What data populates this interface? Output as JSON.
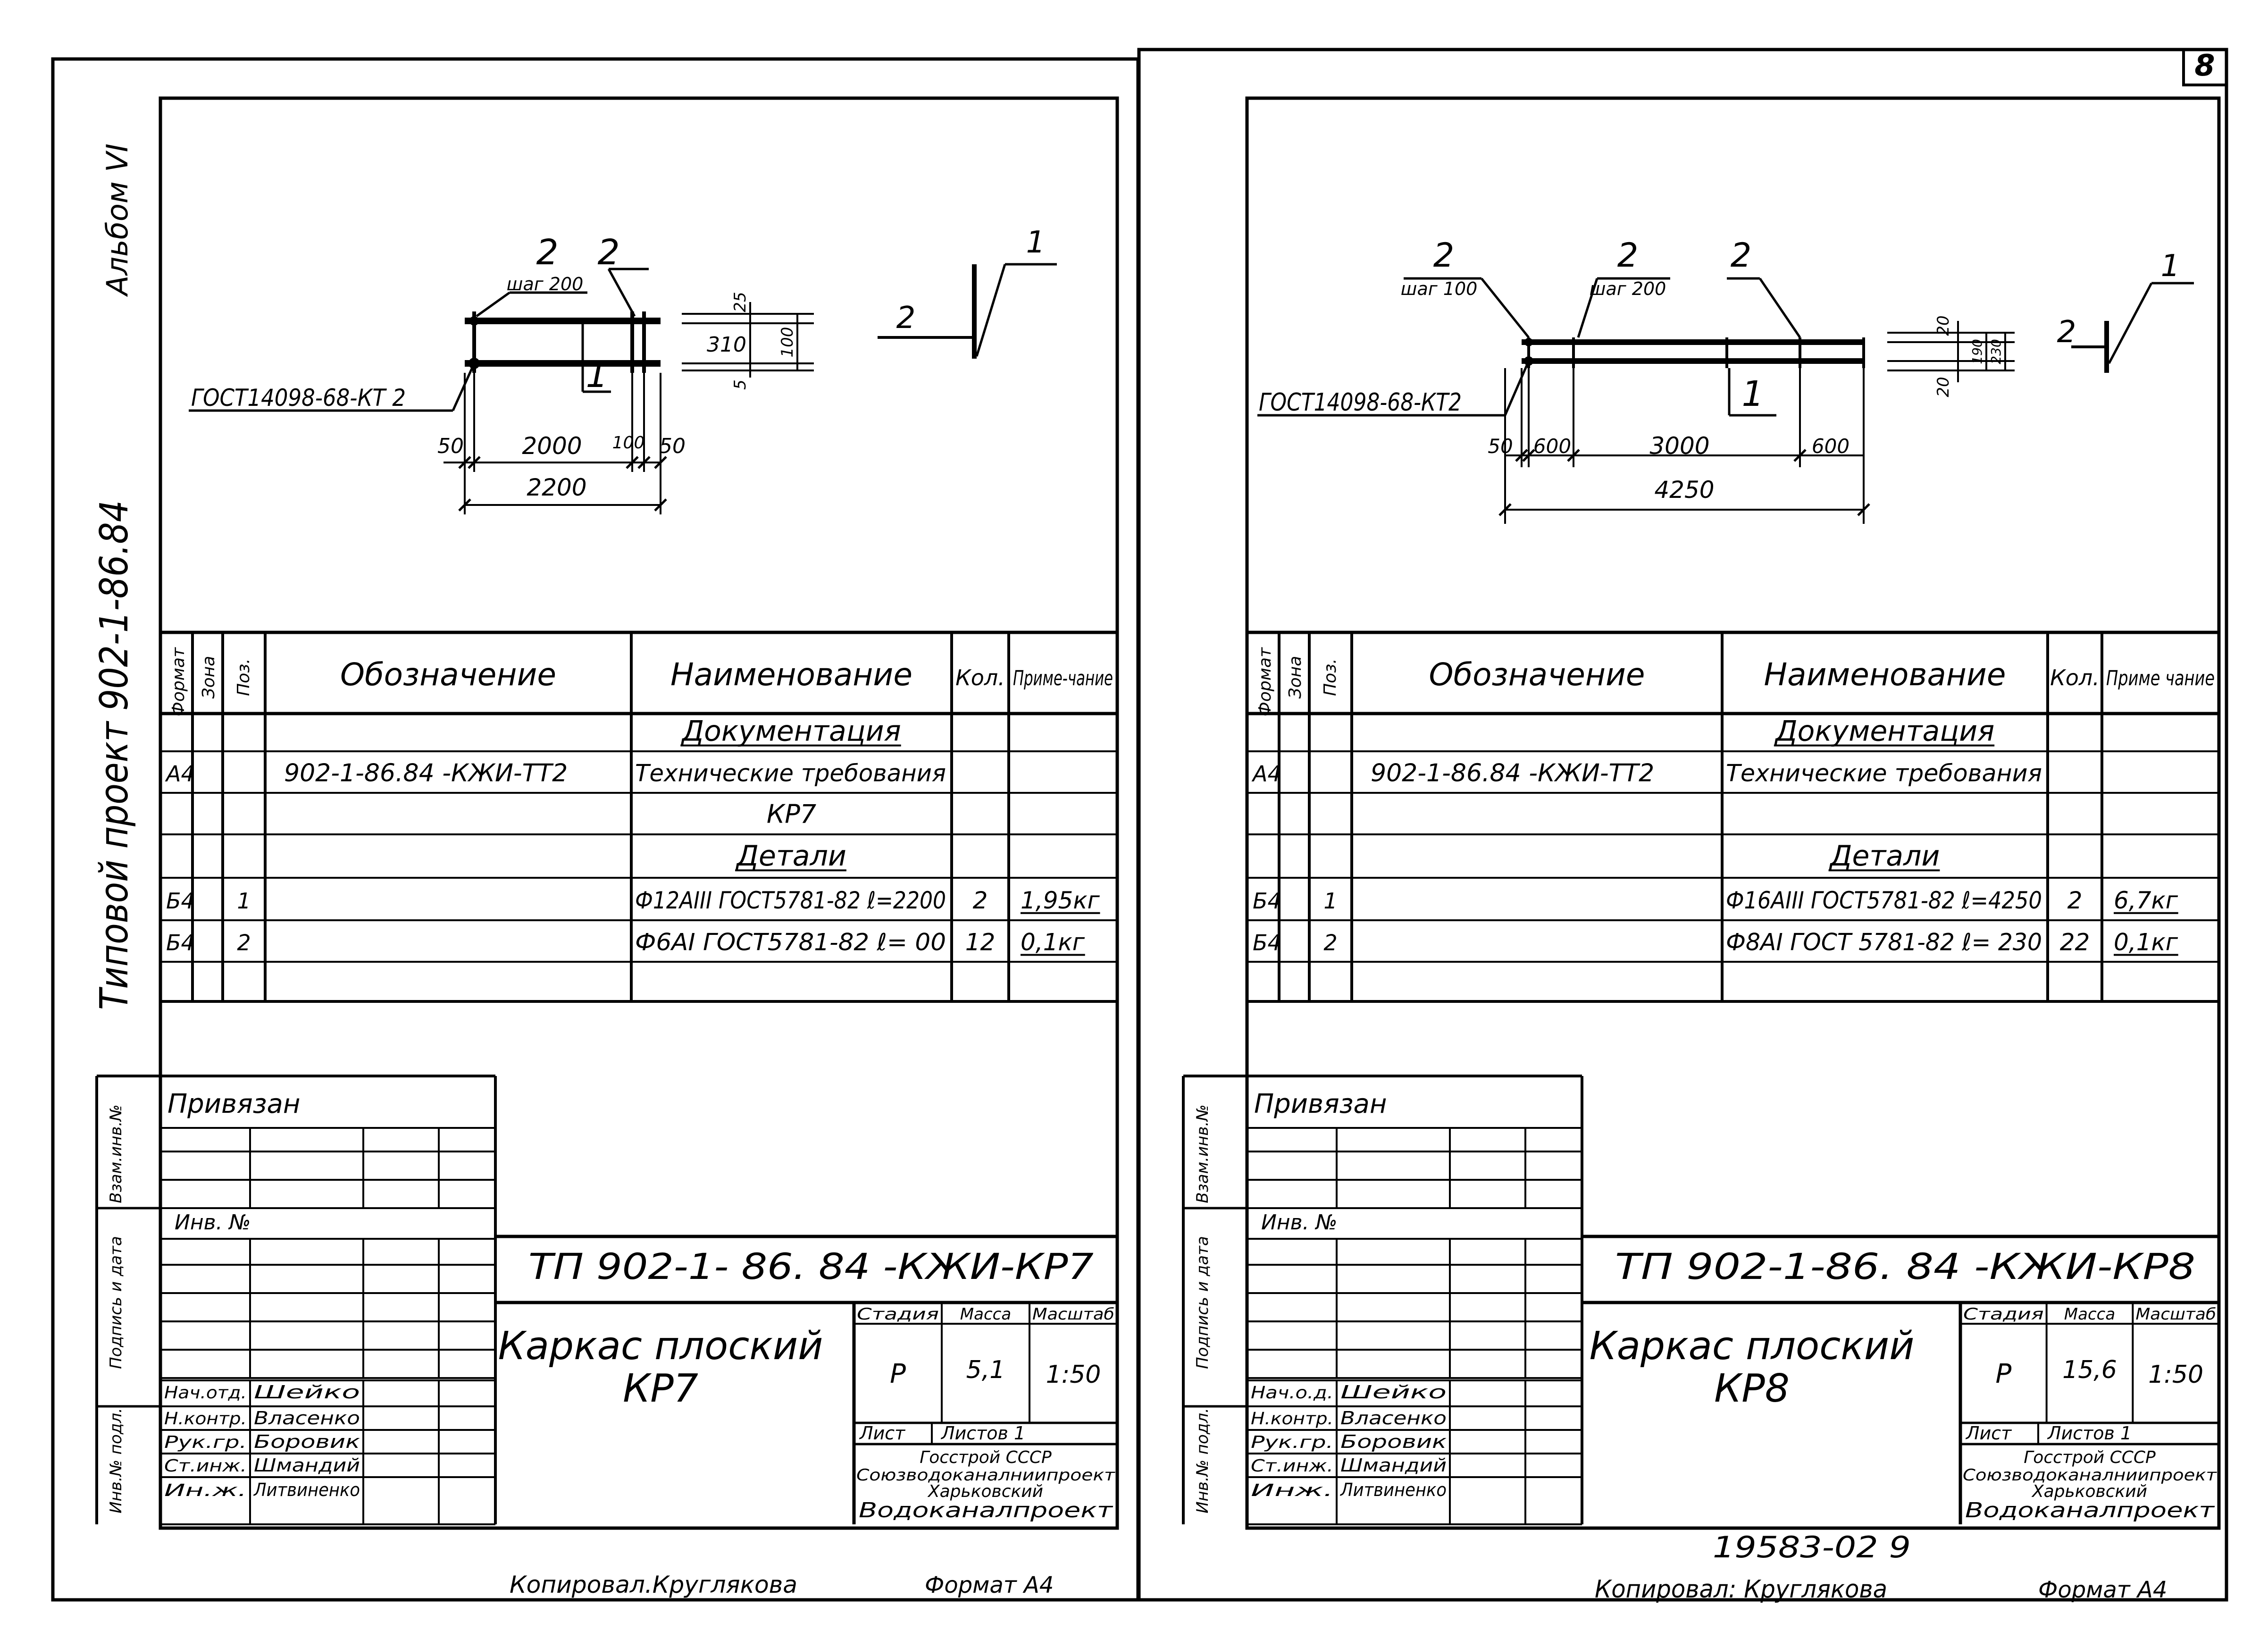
{
  "corner_mark": "8",
  "side_labels": {
    "album": "Альбом VI",
    "project": "Типовой проект 902-1-86.84"
  },
  "footer": {
    "left_copied": "Копировал.Круглякова",
    "left_format": "Формат А4",
    "right_copied": "Копировал: Круглякова",
    "right_format": "Формат А4",
    "number": "19583-02  9"
  },
  "table_headers": {
    "format": "Формат",
    "zone": "Зона",
    "pos": "Поз.",
    "designation": "Обозначение",
    "name": "Наименование",
    "qty": "Кол.",
    "note_left": "Приме-чание",
    "note_right": "Приме чание"
  },
  "stamp_labels": {
    "privyazan": "Привязан",
    "inv_no_left": "Инв. №",
    "inv_no_right": "Инв. №",
    "vzam": "Взам.инв.№",
    "podpis": "Подпись и дата",
    "inv_podl": "Инв.№ подл.",
    "stadiya": "Стадия",
    "massa": "Масса",
    "masshtab": "Масштаб",
    "list": "Лист",
    "listov": "Листов 1",
    "org_1": "Госстрой СССР",
    "org_2": "Союзводоканалниипроект",
    "org_3": "Харьковский",
    "org_4": "Водоканалпроект"
  },
  "sheets": [
    {
      "drawing": {
        "standard": "ГОСТ14098-68-КТ 2",
        "tag_1": "1",
        "tag_2a": "2",
        "tag_2a_sub": "шаг 200",
        "tag_2b": "2",
        "tag_box": "1",
        "dims_bottom": [
          "50",
          "2000",
          "100",
          "50"
        ],
        "dim_total": "2200",
        "dims_side": [
          "25",
          "310",
          "100",
          "5"
        ],
        "node_1": "1",
        "node_2": "2"
      },
      "rows": [
        {
          "format": "",
          "zone": "",
          "pos": "",
          "designation": "",
          "name": "Документация",
          "qty": "",
          "note": "",
          "section": true
        },
        {
          "format": "А4",
          "zone": "",
          "pos": "",
          "designation": "902-1-86.84   -КЖИ-ТТ2",
          "name": "Технические требования",
          "qty": "",
          "note": "",
          "section": false
        },
        {
          "format": "",
          "zone": "",
          "pos": "",
          "designation": "",
          "name": "КР7",
          "qty": "",
          "note": "",
          "section": false,
          "center": true
        },
        {
          "format": "",
          "zone": "",
          "pos": "",
          "designation": "",
          "name": "Детали",
          "qty": "",
          "note": "",
          "section": true
        },
        {
          "format": "Б4",
          "zone": "",
          "pos": "1",
          "designation": "",
          "name": "Ф12АIII ГОСТ5781-82 ℓ=2200",
          "qty": "2",
          "note": "1,95кг",
          "section": false
        },
        {
          "format": "Б4",
          "zone": "",
          "pos": "2",
          "designation": "",
          "name": "Ф6АI  ГОСТ5781-82 ℓ= 00",
          "qty": "12",
          "note": "0,1кг",
          "section": false
        },
        {
          "format": "",
          "zone": "",
          "pos": "",
          "designation": "",
          "name": "",
          "qty": "",
          "note": "",
          "section": false
        }
      ],
      "code": "ТП 902-1- 86. 84      -КЖИ-КР7",
      "title_1": "Каркас плоский",
      "title_2": "КР7",
      "stage": "Р",
      "mass": "5,1",
      "scale": "1:50",
      "people": [
        {
          "role": "Нач.отд.",
          "name": "Шейко"
        },
        {
          "role": "Н.контр.",
          "name": "Власенко"
        },
        {
          "role": "Рук.гр.",
          "name": "Боровик"
        },
        {
          "role": "Ст.инж.",
          "name": "Шмандий"
        },
        {
          "role": "Ин.ж.",
          "name": "Литвиненко"
        }
      ]
    },
    {
      "drawing": {
        "standard": "ГОСТ14098-68-КТ2",
        "tag_1": "1",
        "tag_2a": "2",
        "tag_2a_sub": "шаг 100",
        "tag_2b": "2",
        "tag_2b_sub": "шаг 200",
        "tag_2c": "2",
        "tag_box": "1",
        "dims_bottom": [
          "50",
          "600",
          "3000",
          "600"
        ],
        "dim_total": "4250",
        "dims_side": [
          "20",
          "190",
          "230",
          "20"
        ],
        "node_1": "1",
        "node_2": "2"
      },
      "rows": [
        {
          "format": "",
          "zone": "",
          "pos": "",
          "designation": "",
          "name": "Документация",
          "qty": "",
          "note": "",
          "section": true
        },
        {
          "format": "А4",
          "zone": "",
          "pos": "",
          "designation": "902-1-86.84        -КЖИ-ТТ2",
          "name": "Технические требования",
          "qty": "",
          "note": "",
          "section": false
        },
        {
          "format": "",
          "zone": "",
          "pos": "",
          "designation": "",
          "name": "",
          "qty": "",
          "note": "",
          "section": false
        },
        {
          "format": "",
          "zone": "",
          "pos": "",
          "designation": "",
          "name": "Детали",
          "qty": "",
          "note": "",
          "section": true
        },
        {
          "format": "Б4",
          "zone": "",
          "pos": "1",
          "designation": "",
          "name": "Ф16АIII ГОСТ5781-82 ℓ=4250",
          "qty": "2",
          "note": "6,7кг",
          "section": false
        },
        {
          "format": "Б4",
          "zone": "",
          "pos": "2",
          "designation": "",
          "name": "Ф8АI ГОСТ 5781-82 ℓ= 230",
          "qty": "22",
          "note": "0,1кг",
          "section": false
        },
        {
          "format": "",
          "zone": "",
          "pos": "",
          "designation": "",
          "name": "",
          "qty": "",
          "note": "",
          "section": false
        }
      ],
      "code": "ТП 902-1-86. 84      -КЖИ-КР8",
      "title_1": "Каркас плоский",
      "title_2": "КР8",
      "stage": "Р",
      "mass": "15,6",
      "scale": "1:50",
      "people": [
        {
          "role": "Нач.о.д.",
          "name": "Шейко"
        },
        {
          "role": "Н.контр.",
          "name": "Власенко"
        },
        {
          "role": "Рук.гр.",
          "name": "Боровик"
        },
        {
          "role": "Ст.инж.",
          "name": "Шмандий"
        },
        {
          "role": "Инж.",
          "name": "Литвиненко"
        }
      ]
    }
  ]
}
